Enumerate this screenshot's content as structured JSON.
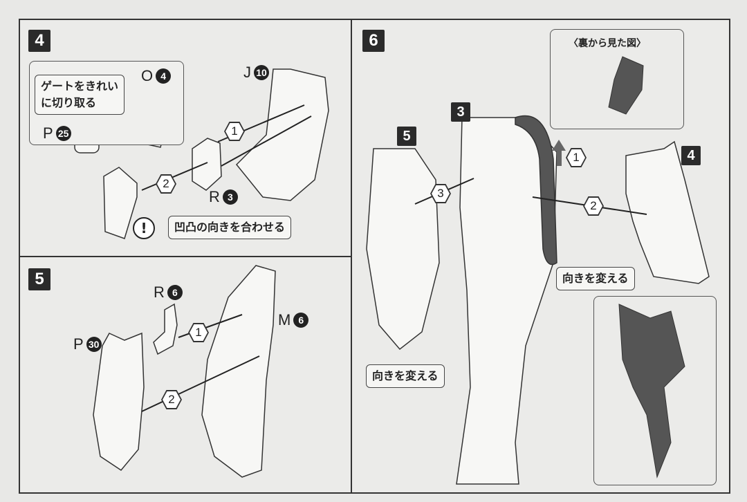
{
  "steps": {
    "step4": {
      "badge": "4",
      "gate_note": "ゲートをきれい\nに切り取る",
      "gate_note_line1": "ゲートをきれい",
      "gate_note_line2": "に切り取る",
      "parts": [
        {
          "letter": "O",
          "number": "4"
        },
        {
          "letter": "P",
          "number": "25"
        },
        {
          "letter": "J",
          "number": "10"
        },
        {
          "letter": "R",
          "number": "3"
        }
      ],
      "order": [
        "1",
        "2"
      ],
      "warning": "!",
      "align_note": "凹凸の向きを合わせる"
    },
    "step5": {
      "badge": "5",
      "parts": [
        {
          "letter": "R",
          "number": "6"
        },
        {
          "letter": "M",
          "number": "6"
        },
        {
          "letter": "P",
          "number": "30"
        }
      ],
      "order": [
        "1",
        "2"
      ]
    },
    "step6": {
      "badge": "6",
      "sub_badges": [
        "3",
        "5",
        "4"
      ],
      "order": [
        "1",
        "2",
        "3"
      ],
      "back_view_title": "〈裏から見た図〉",
      "turn_note_right": "向きを変える",
      "turn_note_left": "向きを変える"
    }
  }
}
